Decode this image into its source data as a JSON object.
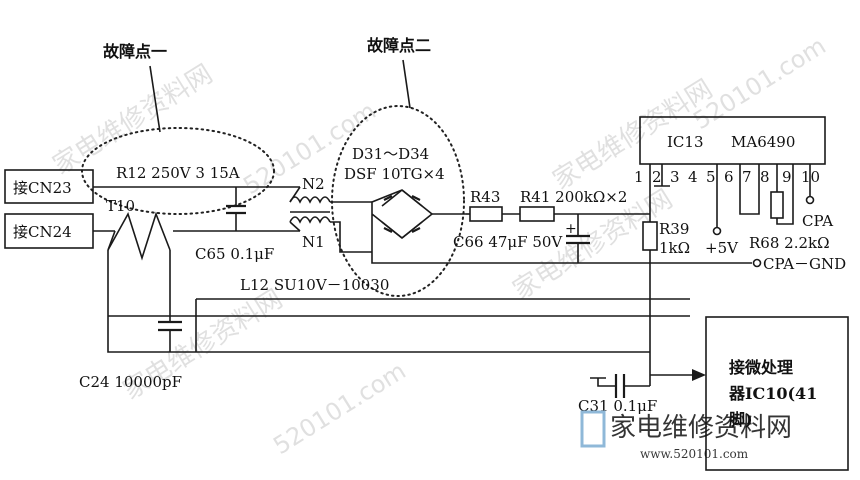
{
  "annotations": {
    "fault_point_1": "故障点一",
    "fault_point_2": "故障点二"
  },
  "connectors": {
    "cn23": "接CN23",
    "cn24": "接CN24"
  },
  "components": {
    "r12": "R12  250V 3   15A",
    "t10": "T10",
    "n2": "N2",
    "n1": "N1",
    "d31_d34": "D31～D34",
    "dsf": "DSF 10TG×4",
    "c65": "C65 0.1μF",
    "r43": "R43",
    "r41": "R41 200kΩ×2",
    "c66": "C66 47μF  50V",
    "r39": "R39",
    "r39_value": "1kΩ",
    "plus5v": "+5V",
    "r68": "R68 2.2kΩ",
    "cpa": "CPA",
    "cpa_gnd": "CPA－GND",
    "l12": "L12 SU10V－10030",
    "c24": "C24 10000pF",
    "c31": "C31 0.1μF"
  },
  "ic13": {
    "label": "IC13",
    "part": "MA6490",
    "pins": [
      "1",
      "2",
      "3",
      "4",
      "5",
      "6",
      "7",
      "8",
      "9",
      "10"
    ]
  },
  "processor_box": {
    "line1": "接微处理",
    "line2": "器IC10(41",
    "line3": "脚)"
  },
  "watermark": {
    "cn": "家电维修资料网",
    "url": "520101.com",
    "footer_cn": "家电维修资料网",
    "footer_url": "www.520101.com"
  }
}
